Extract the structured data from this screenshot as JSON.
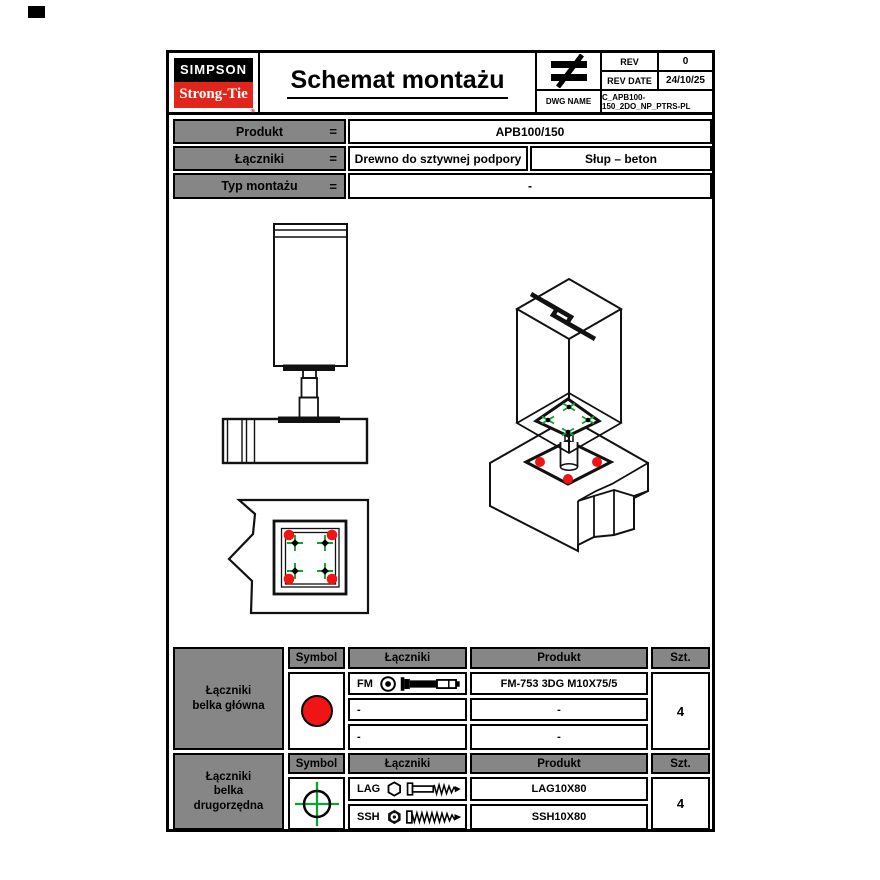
{
  "header": {
    "brand_top": "SIMPSON",
    "brand_bottom": "Strong-Tie",
    "brand_reg_mark": "®",
    "title": "Schemat montażu",
    "rev_label": "REV",
    "rev_value": "0",
    "rev_date_label": "REV DATE",
    "rev_date_value": "24/10/25",
    "dwg_name_label": "DWG NAME",
    "dwg_name_value": "C_APB100-150_2DO_NP_PTRS-PL"
  },
  "info": {
    "rows": [
      {
        "label": "Produkt",
        "eq": "=",
        "values": [
          "APB100/150"
        ]
      },
      {
        "label": "Łączniki",
        "eq": "=",
        "values": [
          "Drewno do sztywnej podpory",
          "Słup – beton"
        ]
      },
      {
        "label": "Typ montażu",
        "eq": "=",
        "values": [
          "-"
        ]
      }
    ]
  },
  "table1": {
    "label": "Łączniki\nbelka główna",
    "headers": [
      "Symbol",
      "Łączniki",
      "Produkt",
      "Szt."
    ],
    "symbol_icon": "red-circle",
    "rows": [
      {
        "code": "FM",
        "icon": "wedge-anchor-bolt",
        "product": "FM-753 3DG M10X75/5"
      },
      {
        "code": "-",
        "icon": "",
        "product": "-"
      },
      {
        "code": "-",
        "icon": "",
        "product": "-"
      }
    ],
    "qty": "4"
  },
  "table2": {
    "label": "Łączniki\nbelka\ndrugorzędna",
    "headers": [
      "Symbol",
      "Łączniki",
      "Produkt",
      "Szt."
    ],
    "symbol_icon": "green-crosshair-circle",
    "rows": [
      {
        "code": "LAG",
        "icon": "lag-screw",
        "product": "LAG10X80"
      },
      {
        "code": "SSH",
        "icon": "structural-screw",
        "product": "SSH10X80"
      }
    ],
    "qty": "4"
  },
  "icons": {
    "projection_symbol": "not-equal",
    "anchor_marker": "red-dot",
    "screw_marker": "green-cross"
  },
  "colors": {
    "accent_red": "#f01414",
    "accent_green": "#0ea32e",
    "header_gray": "#868686",
    "brand_red": "#e1251b",
    "line_black": "#111111"
  }
}
